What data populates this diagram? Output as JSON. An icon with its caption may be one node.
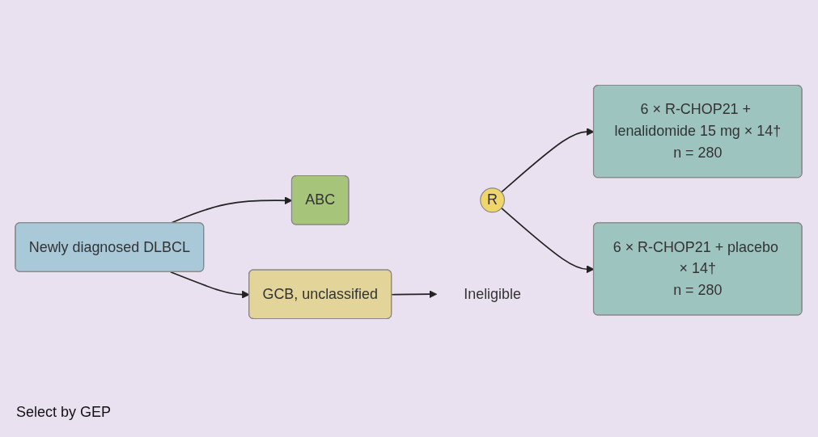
{
  "diagram": {
    "nodes": [
      {
        "text": [
          "Newly diagnosed DLBCL"
        ]
      },
      {
        "text": [
          "ABC"
        ]
      },
      {
        "text": [
          "R"
        ]
      },
      {
        "text": [
          "6 × R-CHOP21 + lenalidomide 15 mg × 14†",
          "n = 280"
        ]
      },
      {
        "text": [
          "6 × R-CHOP21 + placebo × 14†",
          "n = 280"
        ]
      },
      {
        "text": [
          "GCB, unclassified"
        ]
      },
      {
        "text": [
          "Ineligible"
        ]
      }
    ],
    "edges": [
      {
        "from": 0,
        "to": 1,
        "arrow": "to"
      },
      {
        "from": 0,
        "to": 5,
        "arrow": "to"
      },
      {
        "from": 2,
        "to": 3,
        "arrow": "to"
      },
      {
        "from": 2,
        "to": 4,
        "arrow": "to"
      },
      {
        "from": 5,
        "to": 6,
        "arrow": "to"
      }
    ],
    "labels": [
      "Select by GEP"
    ]
  }
}
